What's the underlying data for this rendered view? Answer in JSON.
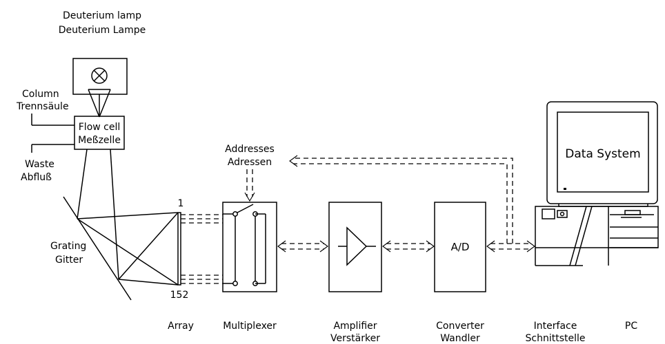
{
  "labels": {
    "deuterium_lamp_en": "Deuterium lamp",
    "deuterium_lamp_de": "Deuterium Lampe",
    "column_en": "Column",
    "column_de": "Trennsäule",
    "flow_cell_en": "Flow cell",
    "flow_cell_de": "Meßzelle",
    "waste_en": "Waste",
    "waste_de": "Abfluß",
    "grating_en": "Grating",
    "grating_de": "Gitter",
    "array_first": "1",
    "array_last": "152",
    "addresses_en": "Addresses",
    "addresses_de": "Adressen",
    "ad": "A/D",
    "data_system": "Data System"
  },
  "captions": [
    {
      "id": "array",
      "en": "Array"
    },
    {
      "id": "multiplexer",
      "en": "Multiplexer"
    },
    {
      "id": "amplifier",
      "en": "Amplifier",
      "de": "Verstärker"
    },
    {
      "id": "converter",
      "en": "Converter",
      "de": "Wandler"
    },
    {
      "id": "interface",
      "en": "Interface",
      "de": "Schnittstelle"
    },
    {
      "id": "pc",
      "en": "PC"
    }
  ]
}
